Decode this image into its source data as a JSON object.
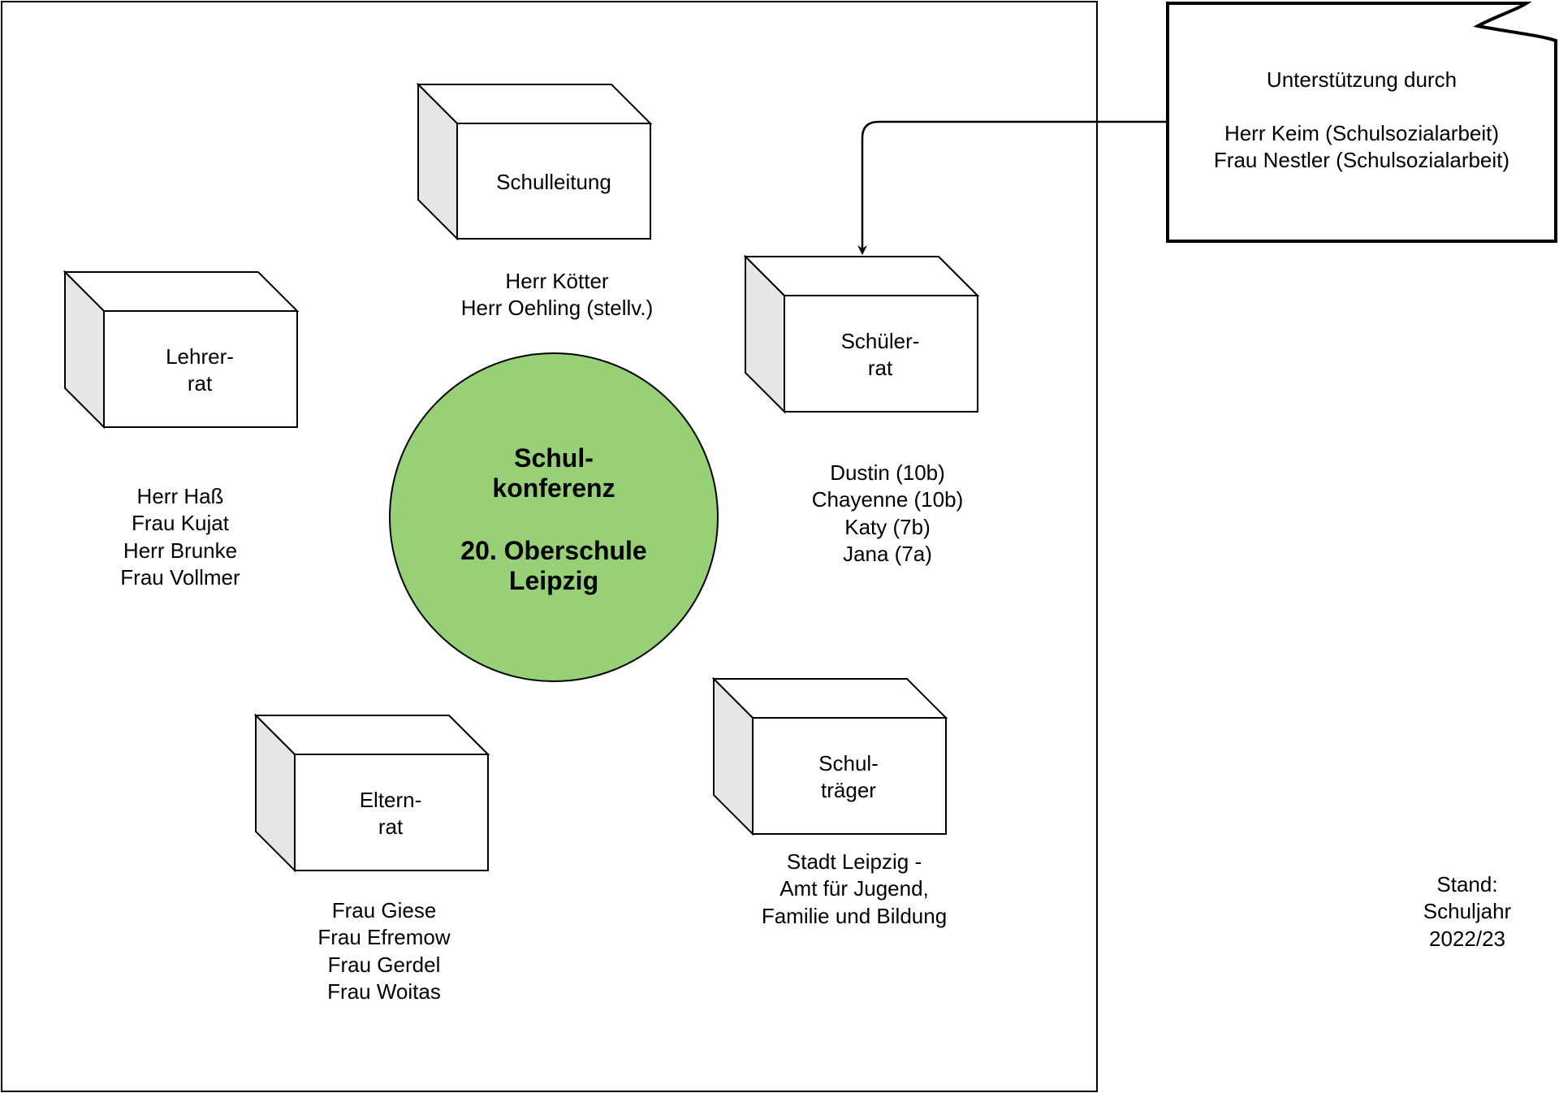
{
  "center": {
    "lines": [
      "Schul-",
      "konferenz",
      "",
      "20. Oberschule",
      "Leipzig"
    ],
    "fill": "#97d077"
  },
  "boxes": {
    "schulleitung": {
      "lines": [
        "Schulleitung"
      ],
      "members": [
        "Herr Kötter",
        "Herr Oehling (stellv.)"
      ]
    },
    "lehrerrat": {
      "lines": [
        "Lehrer-",
        "rat"
      ],
      "members": [
        "Herr Haß",
        "Frau Kujat",
        "Herr Brunke",
        "Frau Vollmer"
      ]
    },
    "schuelerrat": {
      "lines": [
        "Schüler-",
        "rat"
      ],
      "members": [
        "Dustin (10b)",
        "Chayenne (10b)",
        "Katy (7b)",
        "Jana (7a)"
      ]
    },
    "elternrat": {
      "lines": [
        "Eltern-",
        "rat"
      ],
      "members": [
        "Frau Giese",
        "Frau Efremow",
        "Frau Gerdel",
        "Frau Woitas"
      ]
    },
    "schultraeger": {
      "lines": [
        "Schul-",
        "träger"
      ],
      "members": [
        "Stadt Leipzig -",
        "Amt für Jugend,",
        "Familie und Bildung"
      ]
    }
  },
  "note": {
    "lines": [
      "Unterstützung durch",
      "",
      "Herr Keim (Schulsozialarbeit)",
      "Frau Nestler (Schulsozialarbeit)"
    ]
  },
  "stand": {
    "lines": [
      "Stand:",
      "Schuljahr",
      "2022/23"
    ]
  },
  "colors": {
    "side_face": "#e6e6e6",
    "stroke": "#000000"
  }
}
